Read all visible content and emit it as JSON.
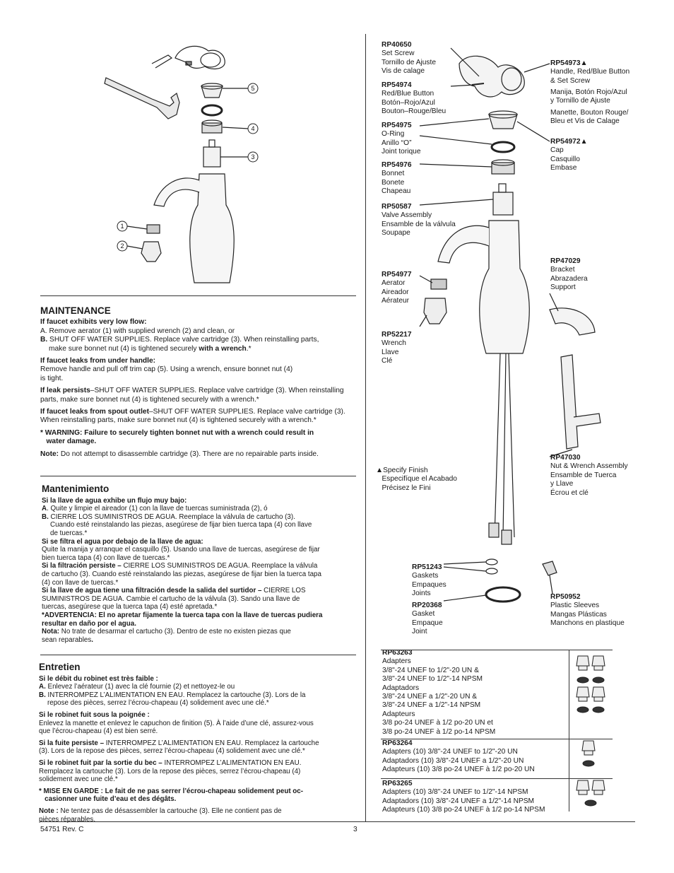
{
  "left_diagram": {
    "callouts": [
      "5",
      "4",
      "3",
      "1",
      "2"
    ]
  },
  "maintenance": {
    "title": "MAINTENANCE",
    "low_flow_head": "If faucet exhibits very low flow:",
    "low_flow_a": "A. Remove aerator (1) with supplied wrench (2) and clean, or",
    "low_flow_b_label": "B.",
    "low_flow_b_text": " SHUT OFF WATER SUPPLIES. Replace valve cartridge (3). When reinstalling parts,",
    "low_flow_b_text2": "make sure bonnet nut (4) is tightened securely ",
    "low_flow_b_bold": "with a wrench",
    "low_flow_b_end": ".*",
    "under_handle_head": "If faucet leaks from under handle:",
    "under_handle_text": "Remove handle and pull off trim cap (5). Using a wrench, ensure bonnet nut (4)\nis tight.",
    "persists_bold": "If leak persists",
    "persists_text": "–SHUT OFF WATER SUPPLIES. Replace valve cartridge (3). When reinstalling parts, make sure bonnet nut (4) is tightened securely with a wrench.*",
    "spout_bold": "If faucet leaks from spout outlet",
    "spout_text": "–SHUT OFF WATER SUPPLIES. Replace valve cartridge (3). When reinstalling parts, make sure bonnet nut (4) is tightened securely with a wrench.*",
    "warning": "* WARNING: Failure to securely tighten bonnet nut with a wrench could result in\n   water damage.",
    "note_bold": "Note:",
    "note_text": " Do not attempt to disassemble cartridge (3). There are no repairable parts inside."
  },
  "mantenimiento": {
    "title": "Mantenimiento",
    "low_flow_head": "Si la llave de agua exhibe un flujo muy bajo:",
    "a_label": "A",
    "a_text": ". Quite y limpie el aireador (1) con la llave de tuercas suministrada (2), ó",
    "b_label": "B.",
    "b_text": " CIERRE LOS SUMINISTROS DE AGUA.  Reemplace la válvula de cartucho (3).",
    "b_text2": "Cuando esté reinstalando las piezas, asegúrese de fijar bien tuerca tapa (4)  con llave\nde tuercas.*",
    "under_head": "Si se filtra el agua por debajo de la llave de agua:",
    "under_text": "Quite la manija y arranque el casquillo (5).  Usando una llave de tuercas, asegúrese de fijar\nbien tuerca tapa (4)  con llave de tuercas.*",
    "persists_bold": "Si la filtración persiste –",
    "persists_text": "  CIERRE LOS SUMINISTROS DE AGUA. Reemplace la válvula\nde cartucho (3). Cuando esté reinstalando las piezas, asegúrese de fijar bien la tuerca tapa\n(4) con llave de tuercas.*",
    "spout_bold": "Si la llave de agua tiene una filtración desde la salida del surtidor –",
    "spout_text": " CIERRE LOS\nSUMINISTROS DE AGUA. Cambie el cartucho de la válvula (3). Sando una llave de\ntuercas, asegúrese que la tuerca tapa (4) esté apretada.*",
    "warning": "*ADVERTENCIA: El no apretar fijamente la tuerca tapa con la llave de tuercas pudiera\nresultar en daño por el agua.",
    "note_bold": "Nota:",
    "note_text": " No trate de desarmar el cartucho (3). Dentro de este no existen piezas que\nsean reparables",
    "note_end": "."
  },
  "entretien": {
    "title": "Entretien",
    "low_flow_head": "Si le débit du robinet est très faible :",
    "a_label": "A.",
    "a_text": " Enlevez l’aérateur (1) avec la clé fournie (2) et nettoyez-le ou",
    "b_label": "B.",
    "b_text": " INTERROMPEZ L’ALIMENTATION EN EAU. Remplacez la cartouche (3). Lors de la",
    "b_text2": "repose des pièces, serrez l’écrou-chapeau (4) solidement avec une clé.*",
    "under_head": "Si le robinet fuit sous la poignée :",
    "under_text": "Enlevez la manette et enlevez le capuchon de finition (5). À l’aide d’une clé, assurez-vous\nque l’écrou-chapeau (4) est bien serré.",
    "persists_bold": "Si la fuite persiste –",
    "persists_text": " INTERROMPEZ L’ALIMENTATION EN EAU. Remplacez la cartouche\n(3). Lors de la repose des pièces, serrez l’écrou-chapeau (4) solidement avec une clé.*",
    "spout_bold": "Si le robinet fuit par la sortie du bec –",
    "spout_text": " INTERROMPEZ L’ALIMENTATION EN EAU.\nRemplacez la cartouche (3). Lors de la repose des pièces, serrez l’écrou-chapeau (4)\nsolidement avec une clé.*",
    "warning": "* MISE EN GARDE : Le fait de ne pas serrer l’écrou-chapeau solidement peut oc-\n   casionner une fuite d’eau et des dégâts.",
    "note_bold": "Note :",
    "note_text": " Ne tentez pas de désassembler la cartouche (3). Elle ne contient pas de\npièces réparables."
  },
  "parts": {
    "rp40650": {
      "code": "RP40650",
      "text": "Set Screw\nTornillo de Ajuste\nVis de calage"
    },
    "rp54974": {
      "code": "RP54974",
      "text": "Red/Blue Button\nBotón–Rojo/Azul\nBouton–Rouge/Bleu"
    },
    "rp54975": {
      "code": "RP54975",
      "text": "O-Ring\nAnillo “O”\nJoint torique"
    },
    "rp54976": {
      "code": "RP54976",
      "text": "Bonnet\nBonete\nChapeau"
    },
    "rp50587": {
      "code": "RP50587",
      "text": "Valve Assembly\nEnsamble de la válvula\nSoupape"
    },
    "rp54977": {
      "code": "RP54977",
      "text": "Aerator\nAireador\nAérateur"
    },
    "rp52217": {
      "code": "RP52217",
      "text": "Wrench\nLlave\nClé"
    },
    "rp54973": {
      "code": "RP54973▲",
      "text": "Handle, Red/Blue Button\n& Set Screw"
    },
    "rp54973b": "Manija, Botón Rojo/Azul\ny Tornillo de Ajuste",
    "rp54973c": "Manette, Bouton Rouge/\nBleu et Vis de Calage",
    "rp54972": {
      "code": "RP54972▲",
      "text": "Cap\nCasquillo\nEmbase"
    },
    "rp47029": {
      "code": "RP47029",
      "text": "Bracket\nAbrazadera\nSupport"
    },
    "rp47030": {
      "code": "RP47030",
      "text": "Nut & Wrench Assembly\nEnsamble de Tuerca\ny Llave\nÉcrou et clé"
    },
    "specify": "▲Specify Finish\n   Especifíque el Acabado\n   Précisez le Fini",
    "rp51243": {
      "code": "RP51243",
      "text": "Gaskets\nEmpaques\nJoints"
    },
    "rp20368": {
      "code": "RP20368",
      "text": "Gasket\nEmpaque\nJoint"
    },
    "rp50952": {
      "code": "RP50952",
      "text": "Plastic Sleeves\nMangas Plásticas\nManchons en plastique"
    },
    "rp63263": {
      "code": "RP63263",
      "text": "Adapters\n3/8\"-24 UNEF to 1/2\"-20 UN &\n3/8\"-24 UNEF to 1/2\"-14 NPSM\nAdaptadors\n3/8\"-24 UNEF a 1/2\"-20 UN &\n3/8\"-24 UNEF a 1/2\"-14 NPSM\nAdapteurs\n3/8 po-24 UNEF à 1/2 po-20 UN et\n3/8 po-24 UNEF à 1/2 po-14 NPSM"
    },
    "rp63264": {
      "code": "RP63264",
      "text": "Adapters (10) 3/8\"-24 UNEF to 1/2\"-20 UN\nAdaptadors (10) 3/8\"-24 UNEF a 1/2\"-20 UN\nAdapteurs (10) 3/8 po-24 UNEF à 1/2 po-20 UN"
    },
    "rp63265": {
      "code": "RP63265",
      "text": "Adapters (10) 3/8\"-24 UNEF to 1/2\"-14 NPSM\nAdaptadors (10) 3/8\"-24 UNEF a 1/2\"-14 NPSM\nAdapteurs (10) 3/8 po-24 UNEF à 1/2 po-14 NPSM"
    }
  },
  "footer": {
    "doc_number": "54751  Rev. C",
    "page_number": "3"
  }
}
